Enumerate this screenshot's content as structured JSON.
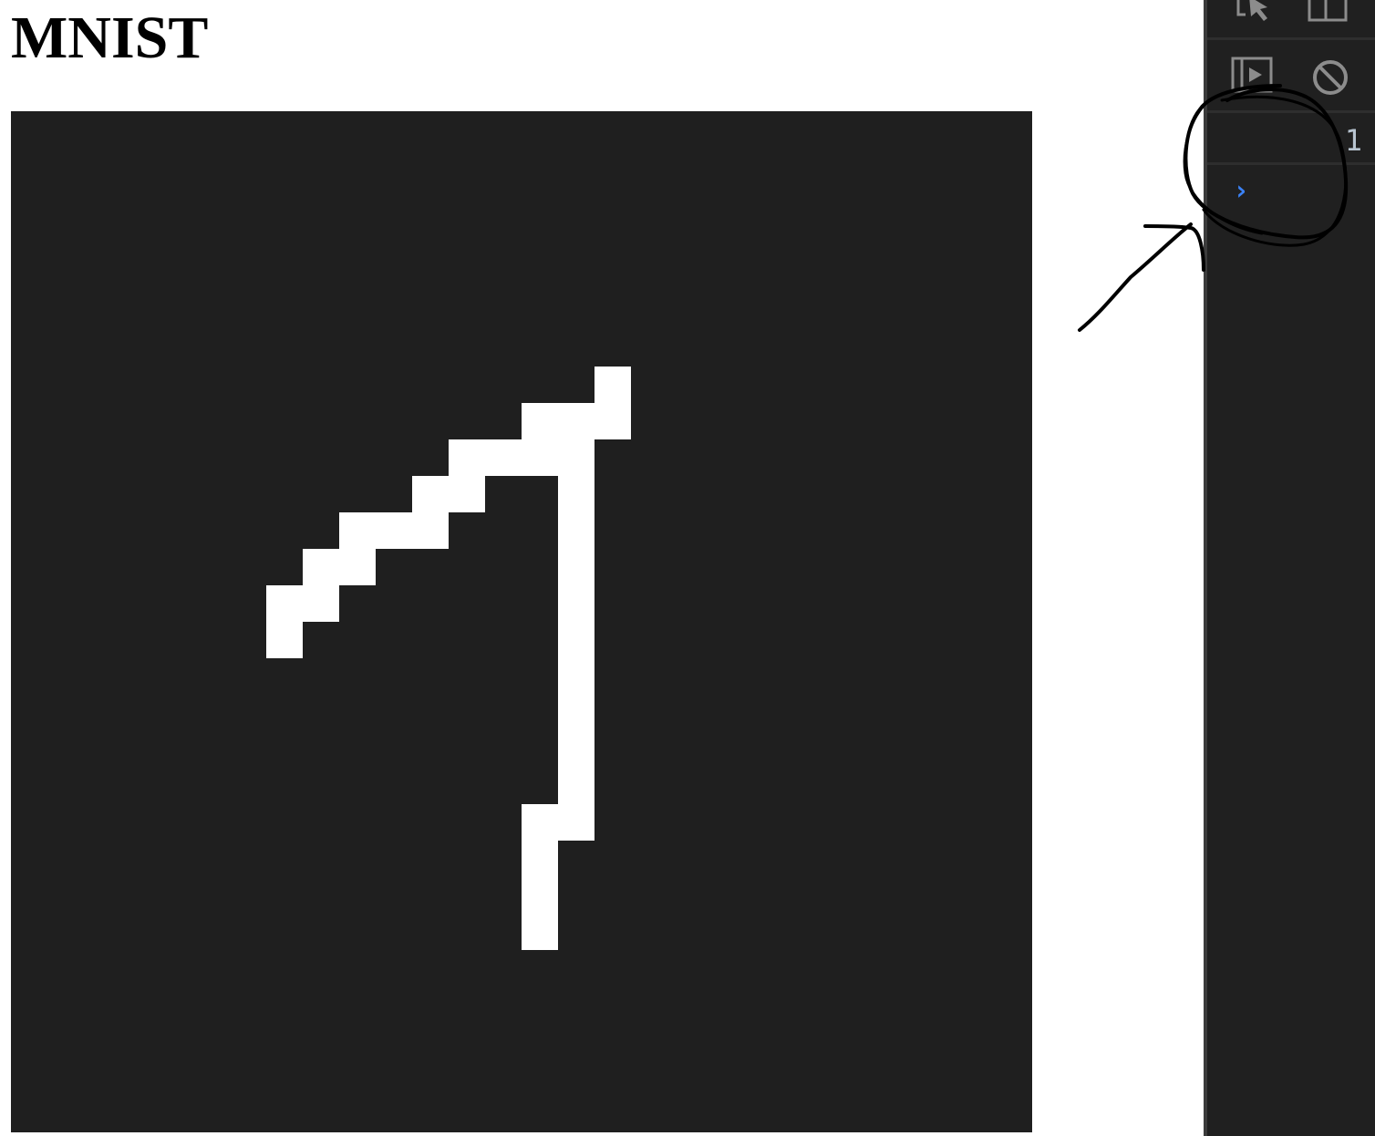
{
  "page": {
    "title": "MNIST"
  },
  "canvas": {
    "background": "#1f1f1f",
    "ink": "#ffffff",
    "grid_size": 28,
    "on_cells": [
      [
        7,
        16
      ],
      [
        8,
        14
      ],
      [
        8,
        15
      ],
      [
        8,
        16
      ],
      [
        9,
        12
      ],
      [
        9,
        13
      ],
      [
        9,
        14
      ],
      [
        9,
        15
      ],
      [
        10,
        11
      ],
      [
        10,
        12
      ],
      [
        10,
        15
      ],
      [
        11,
        9
      ],
      [
        11,
        10
      ],
      [
        11,
        11
      ],
      [
        11,
        15
      ],
      [
        12,
        8
      ],
      [
        12,
        9
      ],
      [
        12,
        15
      ],
      [
        13,
        7
      ],
      [
        13,
        8
      ],
      [
        13,
        15
      ],
      [
        14,
        7
      ],
      [
        14,
        15
      ],
      [
        15,
        15
      ],
      [
        16,
        15
      ],
      [
        17,
        15
      ],
      [
        18,
        15
      ],
      [
        19,
        15
      ],
      [
        19,
        14
      ],
      [
        20,
        14
      ],
      [
        21,
        14
      ],
      [
        22,
        14
      ]
    ]
  },
  "devtools": {
    "toolbar": {
      "inspect_icon": "cursor-select-icon",
      "dock_icon": "panel-layout-icon",
      "run_icon": "play-panel-icon",
      "clear_icon": "no-entry-icon"
    },
    "console": {
      "output_value": "1",
      "prompt_symbol": "›",
      "prompt_color": "#3b82f6"
    }
  },
  "annotation": {
    "type": "hand-drawn circle with arrow",
    "color": "#000000"
  }
}
